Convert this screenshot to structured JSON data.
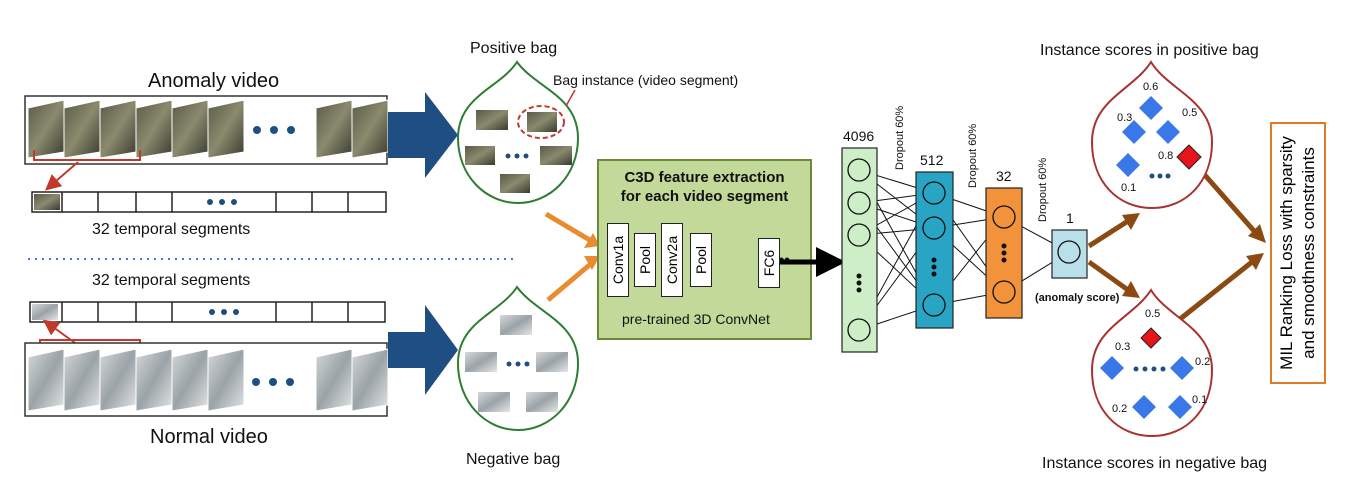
{
  "left": {
    "anomaly_video": "Anomaly video",
    "normal_video": "Normal video",
    "segments_top": "32  temporal segments",
    "segments_bottom": "32  temporal segments"
  },
  "bags": {
    "positive": "Positive bag",
    "negative": "Negative bag",
    "instance_callout": "Bag instance (video segment)"
  },
  "c3d": {
    "title_line1": "C3D feature extraction",
    "title_line2": "for each video segment",
    "layers": [
      "Conv1a",
      "Pool",
      "Conv2a",
      "Pool",
      "FC6"
    ],
    "subtitle": "pre-trained 3D ConvNet"
  },
  "network": {
    "layers": [
      {
        "size": "4096",
        "color": "#cdeec7"
      },
      {
        "size": "512",
        "color": "#2aa4c4"
      },
      {
        "size": "32",
        "color": "#f2923a"
      },
      {
        "size": "1",
        "color": "#b9e0ea"
      }
    ],
    "dropout_labels": [
      "Dropout 60%",
      "Dropout 60%",
      "Dropout 60%"
    ],
    "output_label": "(anomaly score)"
  },
  "scores": {
    "positive_title": "Instance scores in positive bag",
    "negative_title": "Instance scores in negative bag",
    "positive_values": [
      "0.6",
      "0.3",
      "0.5",
      "0.8",
      "0.1"
    ],
    "negative_values": [
      "0.5",
      "0.3",
      "0.2",
      "0.2",
      "0.1"
    ]
  },
  "loss": {
    "line1": "MIL Ranking Loss with sparsity",
    "line2": "and smoothness constraints"
  },
  "colors": {
    "blue_arrow": "#1f4e82",
    "orange_arrow": "#e98b2f",
    "brown_arrow": "#8a4a12",
    "bag_green": "#2e7d32",
    "bag_red": "#a83232",
    "diamond_blue": "#3a78ea",
    "diamond_red": "#e8141b",
    "c3d_fill": "#c3d99a",
    "c3d_border": "#6d8a35"
  }
}
